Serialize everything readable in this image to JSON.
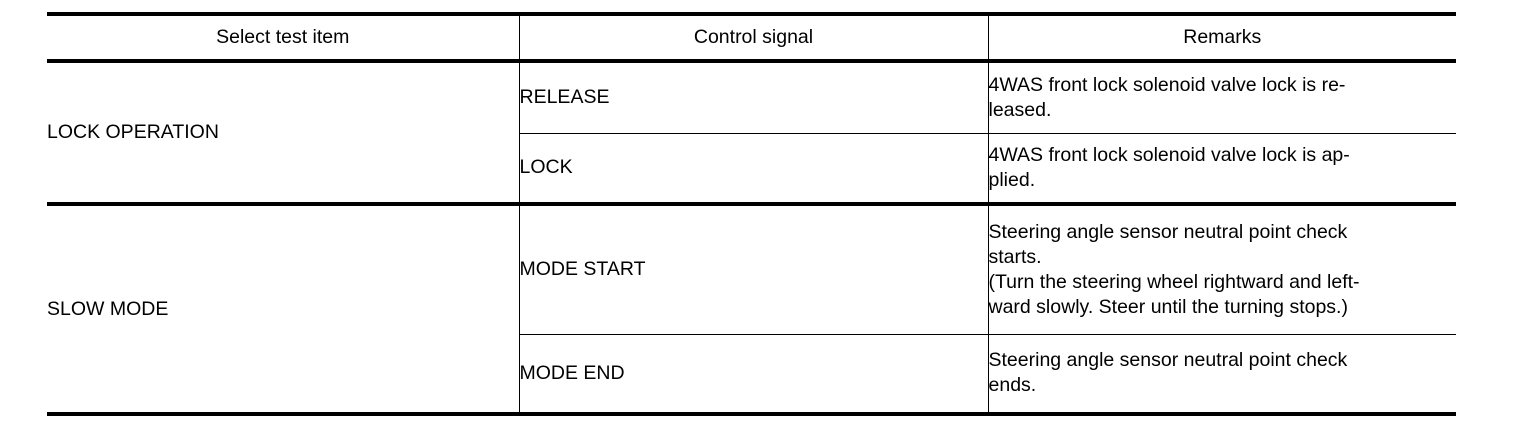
{
  "table": {
    "headers": [
      {
        "id": "select-test-item",
        "label": "Select test item"
      },
      {
        "id": "control-signal",
        "label": "Control signal"
      },
      {
        "id": "remarks",
        "label": "Remarks"
      }
    ],
    "groups": [
      {
        "id": "lock-operation",
        "test_item": "LOCK OPERATION",
        "rows": [
          {
            "id": "release",
            "control_signal": "RELEASE",
            "remarks_lines": [
              "4WAS front lock solenoid valve lock is re-",
              "leased."
            ]
          },
          {
            "id": "lock",
            "control_signal": "LOCK",
            "remarks_lines": [
              "4WAS front lock solenoid valve lock is ap-",
              "plied."
            ]
          }
        ]
      },
      {
        "id": "slow-mode",
        "test_item": "SLOW MODE",
        "rows": [
          {
            "id": "mode-start",
            "control_signal": "MODE START",
            "remarks_lines": [
              "Steering angle sensor neutral point check",
              "starts.",
              "(Turn the steering wheel rightward and left-",
              "ward slowly. Steer until the turning stops.)"
            ]
          },
          {
            "id": "mode-end",
            "control_signal": "MODE END",
            "remarks_lines": [
              "Steering angle sensor neutral point check",
              "ends."
            ]
          }
        ]
      }
    ]
  }
}
